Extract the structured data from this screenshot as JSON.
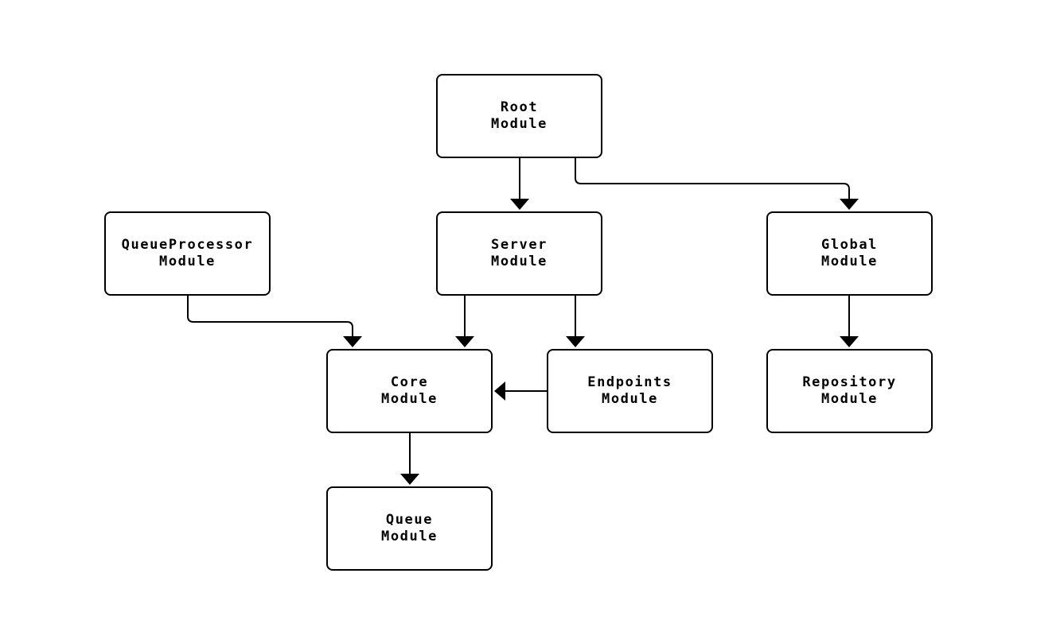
{
  "diagram": {
    "type": "flowchart",
    "background_color": "#ffffff",
    "node_fill_color": "#ffffff",
    "node_border_color": "#000000",
    "edge_color": "#000000",
    "text_color": "#000000",
    "nodes": [
      {
        "id": "root",
        "label": "Root\nModule"
      },
      {
        "id": "server",
        "label": "Server\nModule"
      },
      {
        "id": "global",
        "label": "Global\nModule"
      },
      {
        "id": "queueprocessor",
        "label": "QueueProcessor\nModule"
      },
      {
        "id": "core",
        "label": "Core\nModule"
      },
      {
        "id": "endpoints",
        "label": "Endpoints\nModule"
      },
      {
        "id": "repository",
        "label": "Repository\nModule"
      },
      {
        "id": "queue",
        "label": "Queue\nModule"
      }
    ],
    "edges": [
      {
        "from": "root",
        "to": "server"
      },
      {
        "from": "root",
        "to": "global"
      },
      {
        "from": "queueprocessor",
        "to": "core"
      },
      {
        "from": "server",
        "to": "core"
      },
      {
        "from": "server",
        "to": "endpoints"
      },
      {
        "from": "endpoints",
        "to": "core"
      },
      {
        "from": "global",
        "to": "repository"
      },
      {
        "from": "core",
        "to": "queue"
      }
    ]
  }
}
